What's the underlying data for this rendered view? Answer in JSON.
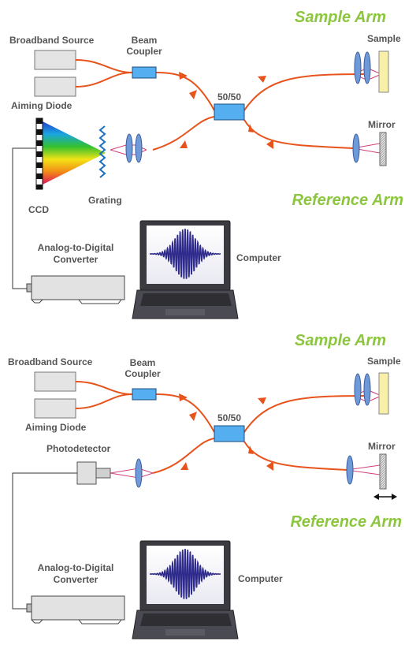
{
  "colors": {
    "fiber": "#e8531c",
    "coupler": "#55aef0",
    "arm_label": "#8cc63f",
    "beam": "#d0407a",
    "lens": "#6f9ad8",
    "sample": "#f7f0a6",
    "waveform": "#2e2a8c",
    "label": "#555555"
  },
  "diagrams": [
    {
      "detector": "spectrometer",
      "labels": {
        "sample_arm": "Sample Arm",
        "reference_arm": "Reference Arm",
        "broadband_source": "Broadband Source",
        "aiming_diode": "Aiming Diode",
        "beam_coupler_1": "Beam",
        "beam_coupler_2": "Coupler",
        "splitter": "50/50",
        "sample": "Sample",
        "mirror": "Mirror",
        "ccd": "CCD",
        "grating": "Grating",
        "adc_1": "Analog-to-Digital",
        "adc_2": "Converter",
        "computer": "Computer"
      }
    },
    {
      "detector": "photodetector",
      "labels": {
        "sample_arm": "Sample Arm",
        "reference_arm": "Reference Arm",
        "broadband_source": "Broadband Source",
        "aiming_diode": "Aiming Diode",
        "beam_coupler_1": "Beam",
        "beam_coupler_2": "Coupler",
        "splitter": "50/50",
        "sample": "Sample",
        "mirror": "Mirror",
        "photodetector": "Photodetector",
        "adc_1": "Analog-to-Digital",
        "adc_2": "Converter",
        "computer": "Computer"
      }
    }
  ]
}
